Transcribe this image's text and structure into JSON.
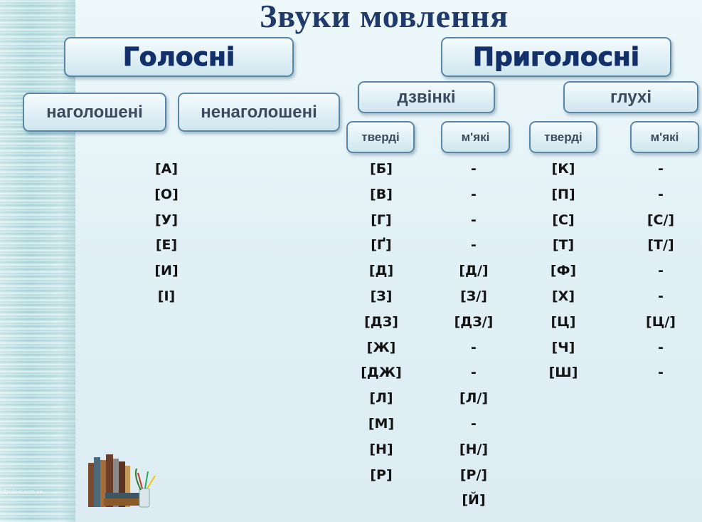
{
  "title": "Звуки мовлення",
  "categories": {
    "vowels": "Голосні",
    "consonants": "Приголосні"
  },
  "vowel_types": {
    "stressed": "наголошені",
    "unstressed": "ненаголошені"
  },
  "consonant_types": {
    "voiced": "дзвінкі",
    "voiceless": "глухі"
  },
  "hardness": {
    "voiced_hard": "тверді",
    "voiced_soft": "м'які",
    "voiceless_hard": "тверді",
    "voiceless_soft": "м'які"
  },
  "columns": {
    "stressed_vowels": [
      "[А]",
      "[О]",
      "[У]",
      "[Е]",
      "[И]",
      "[І]"
    ],
    "voiced_hard": [
      "[Б]",
      "[В]",
      "[Г]",
      "[Ґ]",
      "[Д]",
      "[З]",
      "[ДЗ]",
      "[Ж]",
      "[ДЖ]",
      "[Л]",
      "[М]",
      "[Н]",
      "[Р]"
    ],
    "voiced_soft": [
      "-",
      "-",
      "-",
      "-",
      "[Д/]",
      "[З/]",
      "[ДЗ/]",
      "-",
      "-",
      "[Л/]",
      "-",
      "[Н/]",
      "[Р/]",
      "[Й]"
    ],
    "voiceless_hard": [
      "[К]",
      "[П]",
      "[С]",
      "[Т]",
      "[Ф]",
      "[Х]",
      "[Ц]",
      "[Ч]",
      "[Ш]"
    ],
    "voiceless_soft": [
      "-",
      "-",
      "[С/]",
      "[Т/]",
      "-",
      "-",
      "[Ц/]",
      "-",
      "-"
    ]
  },
  "watermark": "http://o-u.com.ua",
  "colors": {
    "title": "#1f3a6b",
    "box_border": "#5a86a8",
    "box_fill_top": "#f4fbfd",
    "box_fill_bottom": "#cfe6ef",
    "category_text": "#14306a",
    "subcategory_text": "#3b4a5c"
  }
}
